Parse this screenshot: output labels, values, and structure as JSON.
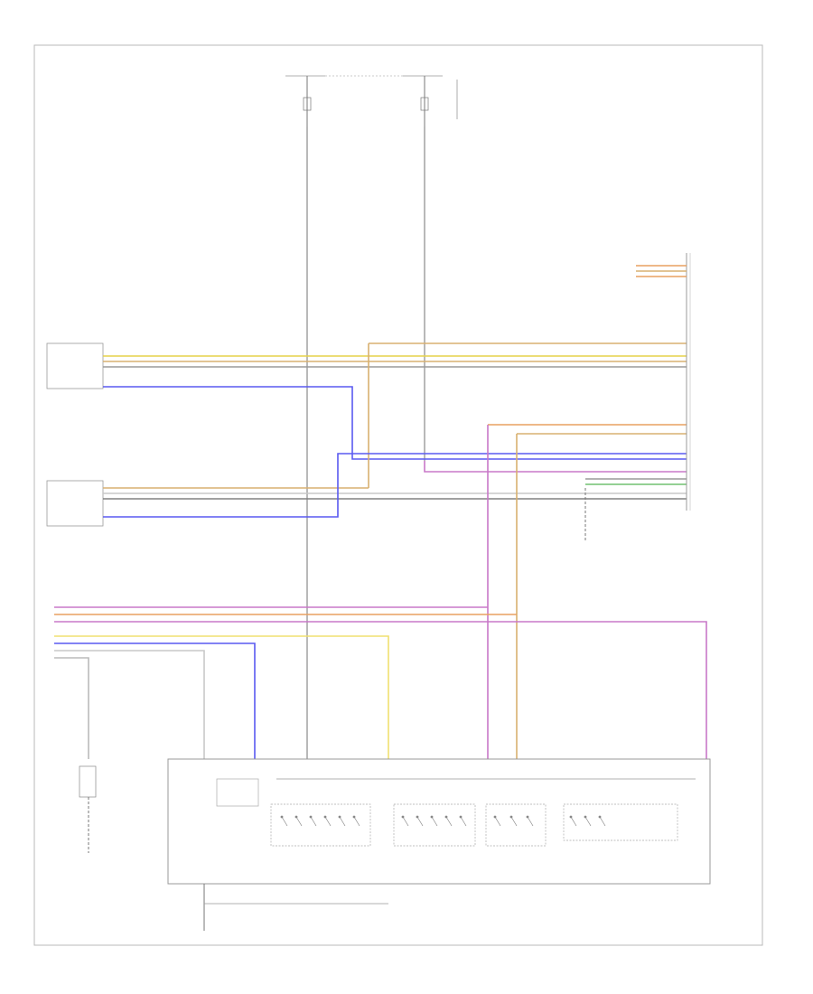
{
  "diagram": {
    "page_id": "",
    "fuse_boxes": [
      {
        "id": "fuse_left",
        "title": "",
        "subtitle": "",
        "fuse": "",
        "rating": "",
        "wire": ""
      },
      {
        "id": "fuse_right",
        "title": "",
        "subtitle": "",
        "fuse": "",
        "rating": "",
        "wire": ""
      }
    ],
    "fuse_panel_note": "",
    "sensors": [
      {
        "id": "sensor_upper",
        "label_lines": [
          "",
          "",
          ""
        ]
      },
      {
        "id": "sensor_lower",
        "label_lines": [
          "",
          "",
          ""
        ]
      }
    ],
    "module_right": {
      "label_lines": [
        "",
        ""
      ]
    },
    "connector_top_label": [
      "",
      ""
    ],
    "ground_mid": {
      "label_lines": [
        "",
        "",
        ""
      ]
    },
    "control_unit": {
      "label_lines": [
        "",
        "",
        ""
      ]
    },
    "inner_block_title": [
      "",
      ""
    ],
    "switch_groups": [
      {
        "label_lines": [
          "",
          ""
        ]
      },
      {
        "label_lines": [
          "",
          ""
        ]
      },
      {
        "label_lines": [
          "",
          ""
        ]
      }
    ],
    "ground_left": {
      "label_lines": [
        "",
        "",
        ""
      ]
    },
    "ground_bottom": {
      "label_lines": [
        "",
        "",
        ""
      ]
    },
    "colors": {
      "yellow": "#e6d24a",
      "blue": "#5a5af0",
      "pink": "#c878c8",
      "orange": "#e8a060",
      "tan": "#d8b070",
      "green": "#70c070",
      "gray": "#909090",
      "dark": "#555555",
      "light_yellow": "#f0e070",
      "purple": "#a070d0"
    }
  }
}
